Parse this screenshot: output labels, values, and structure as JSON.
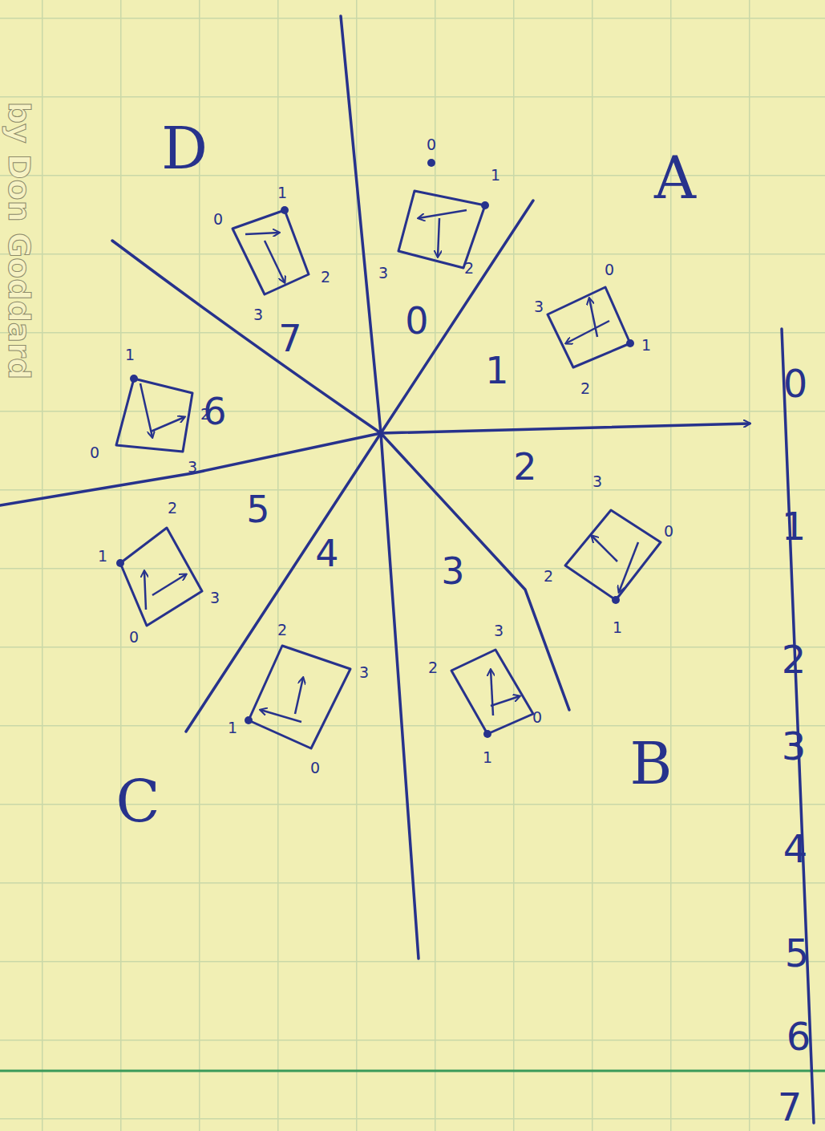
{
  "diagram": {
    "labels": [
      "D",
      "A",
      "B",
      "C",
      "0",
      "1",
      "2",
      "3",
      "4",
      "5",
      "6",
      "7",
      "0",
      "1",
      "2",
      "3",
      "3",
      "0",
      "1",
      "2",
      "3",
      "0",
      "1",
      "2",
      "2",
      "3",
      "0",
      "1",
      "2",
      "3",
      "0",
      "1",
      "2",
      "3",
      "0",
      "1",
      "1",
      "2",
      "3",
      "0",
      "0",
      "1",
      "2",
      "3",
      "0",
      "1",
      "2",
      "3",
      "4",
      "5",
      "6",
      "7",
      "by Don Goddard"
    ]
  }
}
